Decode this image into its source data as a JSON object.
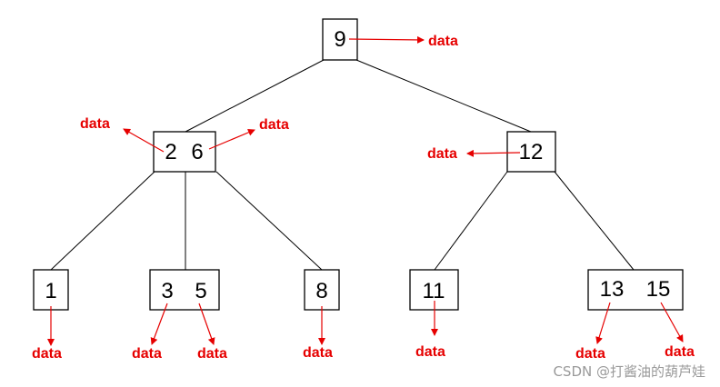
{
  "tree": {
    "root": {
      "keys": [
        "9"
      ]
    },
    "level1": [
      {
        "keys": [
          "2",
          "6"
        ]
      },
      {
        "keys": [
          "12"
        ]
      }
    ],
    "leaves": [
      {
        "keys": [
          "1"
        ]
      },
      {
        "keys": [
          "3",
          "5"
        ]
      },
      {
        "keys": [
          "8"
        ]
      },
      {
        "keys": [
          "11"
        ]
      },
      {
        "keys": [
          "13",
          "15"
        ]
      }
    ]
  },
  "pointer_label": "data",
  "colors": {
    "pointer": "#e60000",
    "edge": "#000000",
    "node_border": "#000000"
  },
  "watermark": "CSDN @打酱油的葫芦娃"
}
